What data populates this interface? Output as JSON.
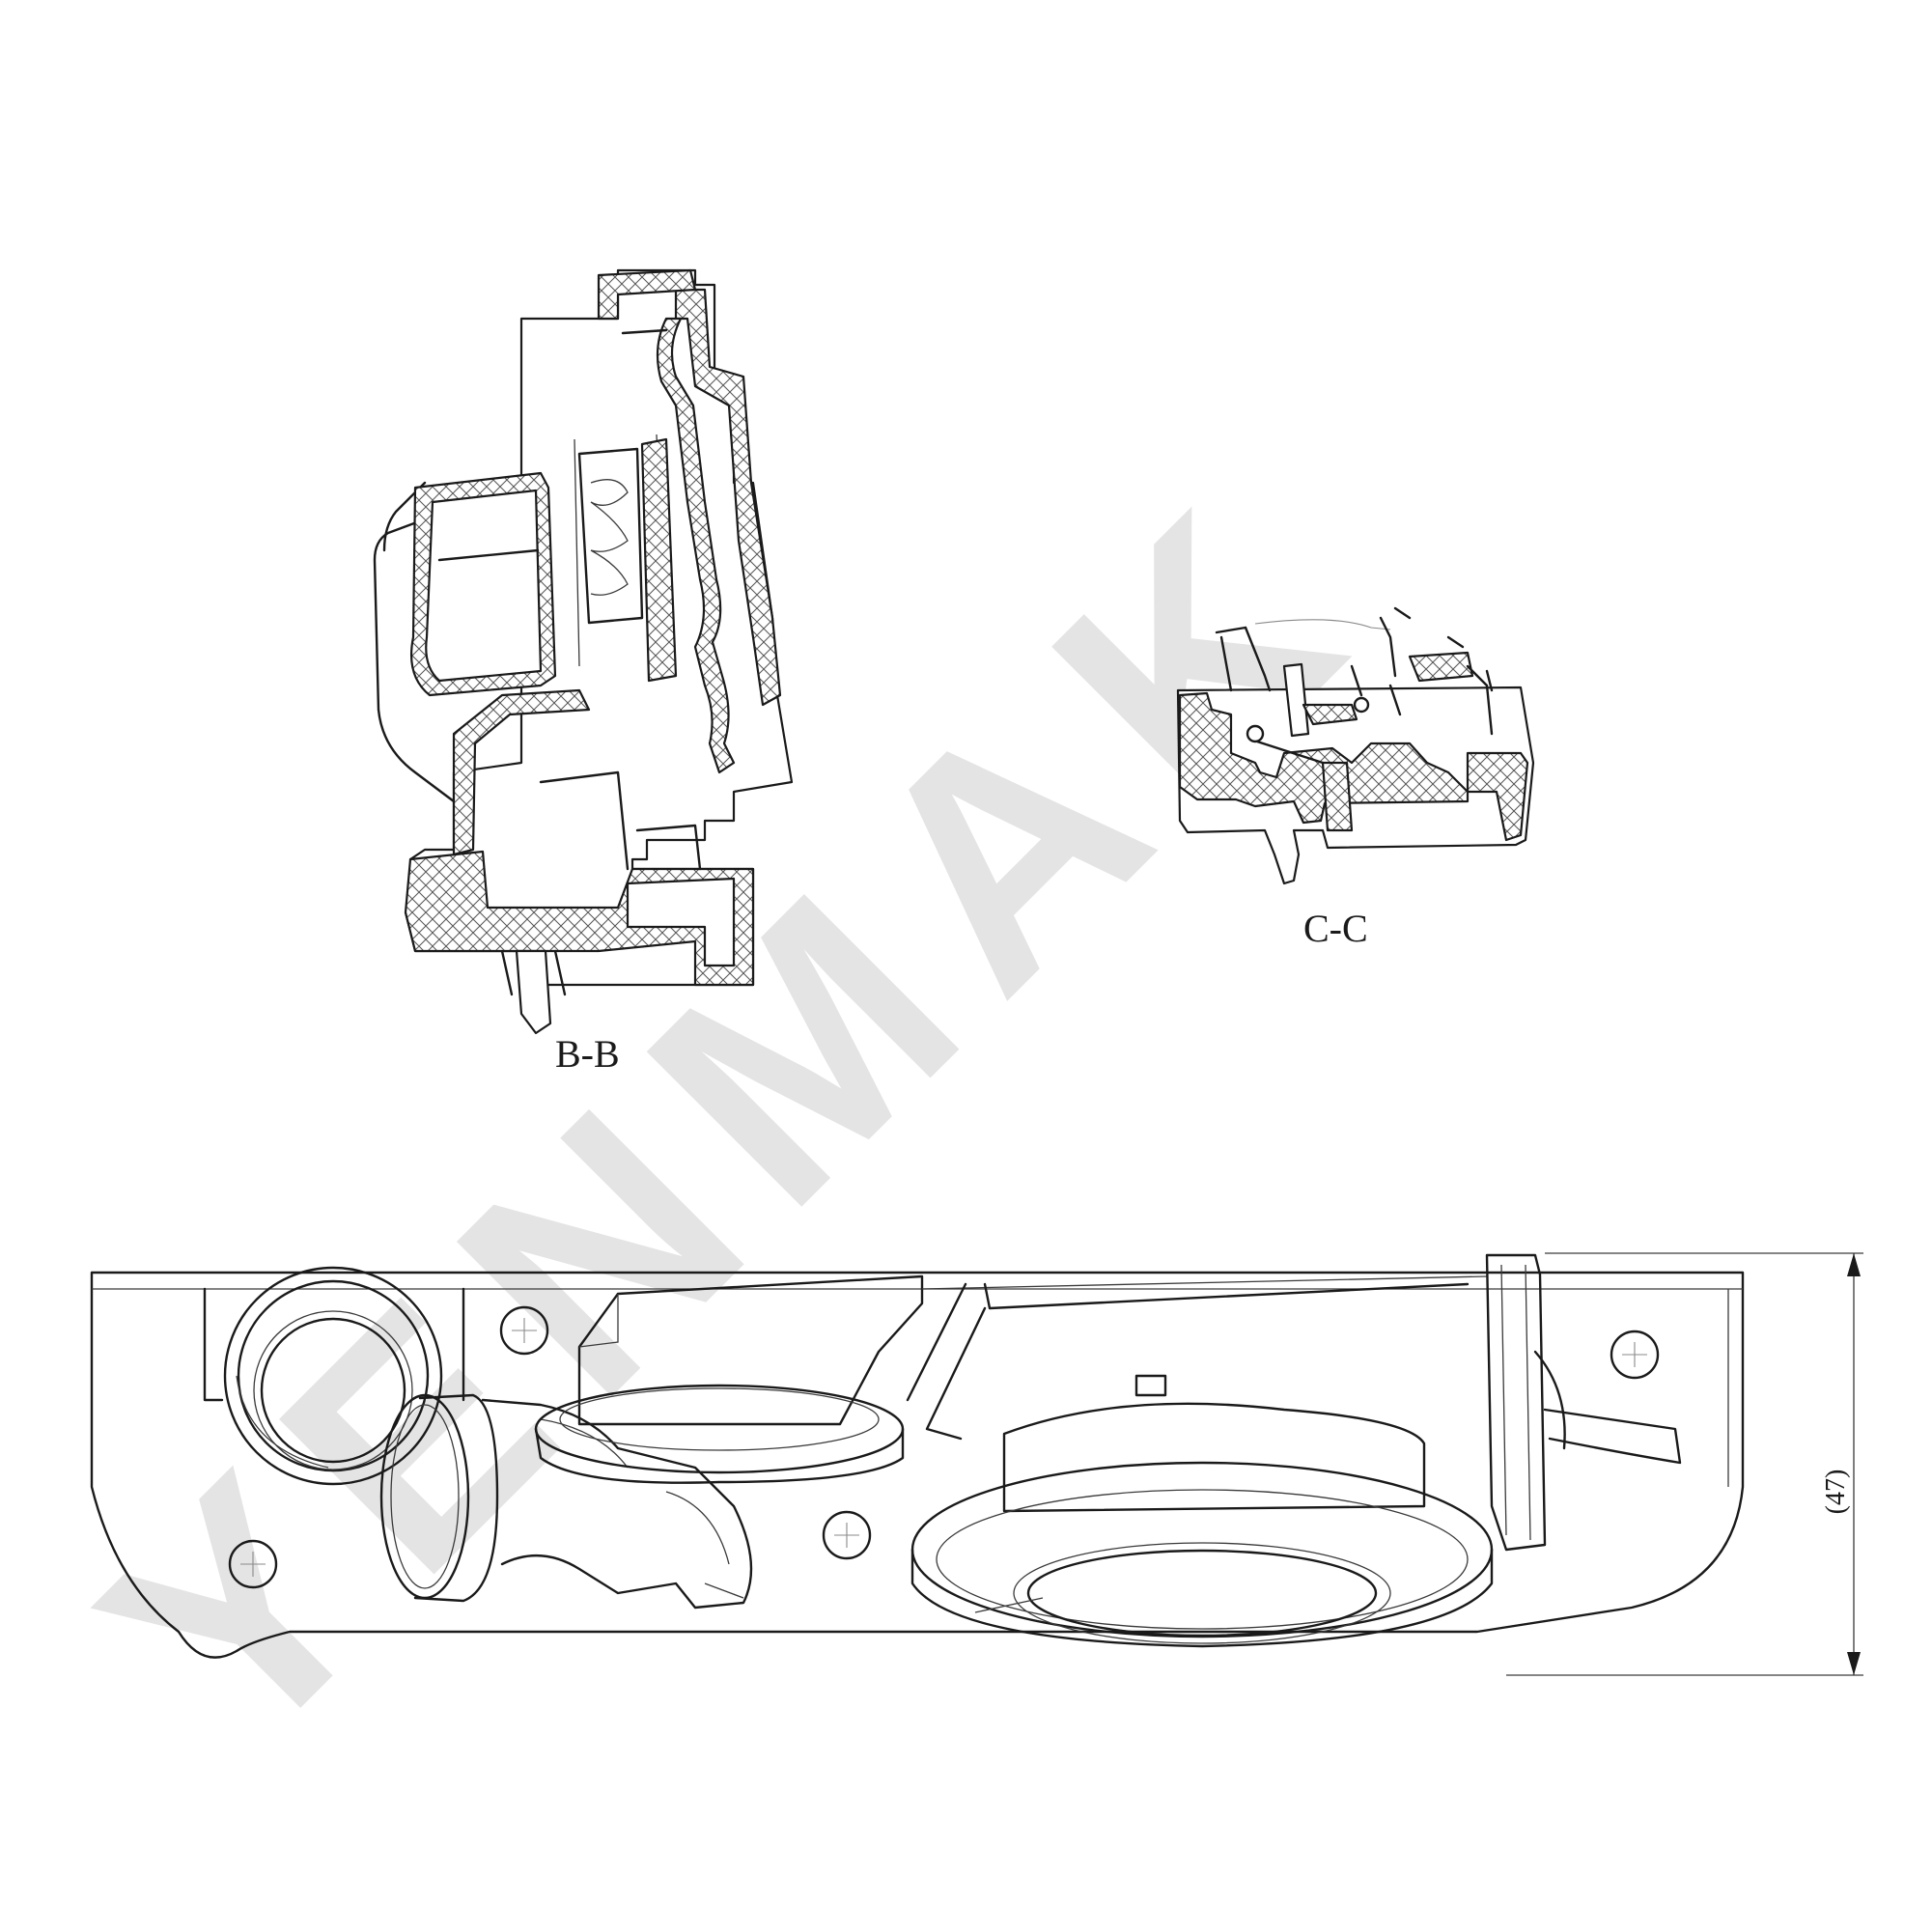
{
  "watermark": "YENMAK",
  "views": {
    "section_bb_label": "B-B",
    "section_cc_label": "C-C",
    "bottom_dimension": "(47)"
  }
}
